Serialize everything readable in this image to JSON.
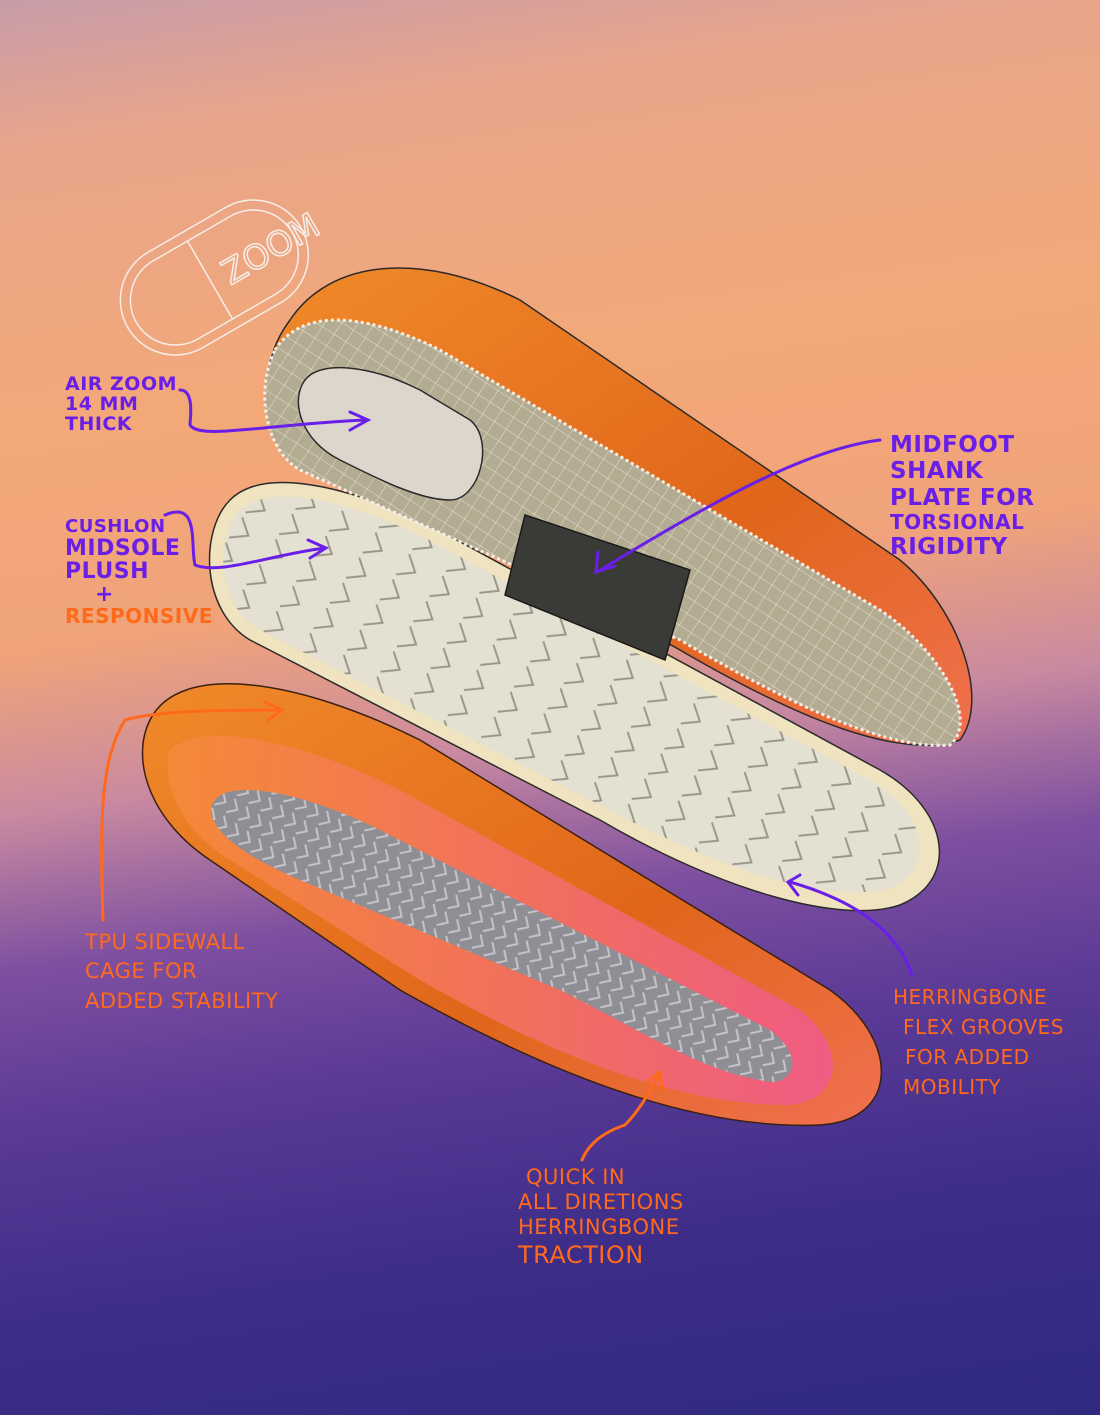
{
  "pod_label": "ZOOM",
  "annotations": {
    "air_zoom": {
      "lines": [
        "AIR ZOOM",
        "14 MM",
        "THICK"
      ]
    },
    "cushlon": {
      "lines": [
        "CUSHLON",
        "MIDSOLE",
        "PLUSH",
        "+"
      ],
      "accent": "RESPONSIVE"
    },
    "midfoot": {
      "lines": [
        "MIDFOOT",
        "SHANK",
        "PLATE FOR",
        "TORSIONAL",
        "RIGIDITY"
      ]
    },
    "tpu": {
      "lines": [
        "TPU SIDEWALL",
        "CAGE FOR",
        "ADDED STABILITY"
      ]
    },
    "herringbone": {
      "lines": [
        "HERRINGBONE",
        "FLEX GROOVES",
        "FOR ADDED",
        "MOBILITY"
      ]
    },
    "quick": {
      "lines": [
        "QUICK IN",
        "ALL DIRETIONS",
        "HERRINGBONE",
        "TRACTION"
      ]
    }
  },
  "colors": {
    "purple_ink": "#6a1fe8",
    "orange_ink": "#ff6a1a",
    "sole_orange": "#e8741e",
    "midsole": "#e6e2d6"
  }
}
